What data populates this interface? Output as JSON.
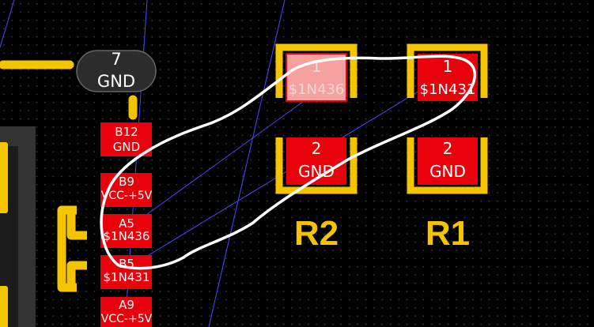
{
  "colors": {
    "background": "#000000",
    "grid_dot": "#3a3a3a",
    "silkscreen": "#f5c400",
    "pad_red": "#e8000b",
    "pad_selected": "#f7a0a0",
    "ratsnest": "#4a4aff",
    "highlight_stroke": "#ffffff",
    "via_pad": "#2c2c2c"
  },
  "pads": {
    "via_gnd": {
      "num": "7",
      "net": "GND"
    },
    "b12": {
      "num": "B12",
      "net": "GND"
    },
    "b9": {
      "num": "B9",
      "net": "VCC-+5V"
    },
    "a5": {
      "num": "A5",
      "net": "$1N436"
    },
    "b5": {
      "num": "B5",
      "net": "$1N431"
    },
    "a9": {
      "num": "A9",
      "net": "VCC-+5V"
    },
    "r2_1": {
      "num": "1",
      "net": "$1N436"
    },
    "r2_2": {
      "num": "2",
      "net": "GND"
    },
    "r1_1": {
      "num": "1",
      "net": "$1N431"
    },
    "r1_2": {
      "num": "2",
      "net": "GND"
    }
  },
  "designators": {
    "r2": "R2",
    "r1": "R1"
  }
}
